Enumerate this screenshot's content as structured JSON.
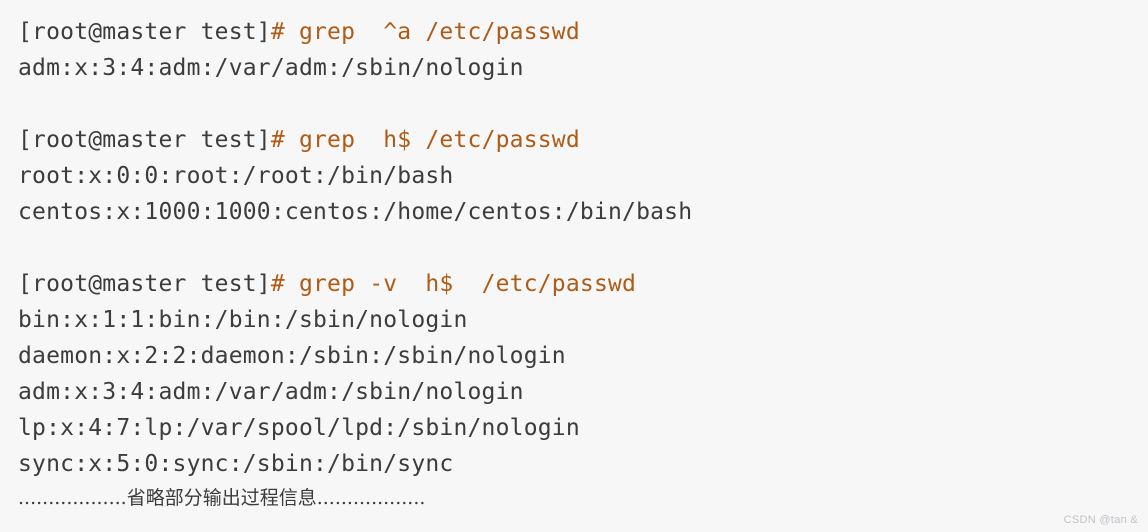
{
  "terminal": {
    "colors": {
      "background": "#f7f7f7",
      "output_text": "#3c3c3c",
      "command_text": "#af5b16",
      "watermark_text": "#bfc3c7"
    },
    "blocks": [
      {
        "prompt": "[root@master test]",
        "command": "# grep  ^a /etc/passwd",
        "output": [
          "adm:x:3:4:adm:/var/adm:/sbin/nologin"
        ]
      },
      {
        "prompt": "[root@master test]",
        "command": "# grep  h$ /etc/passwd",
        "output": [
          "root:x:0:0:root:/root:/bin/bash",
          "centos:x:1000:1000:centos:/home/centos:/bin/bash"
        ]
      },
      {
        "prompt": "[root@master test]",
        "command": "# grep -v  h$  /etc/passwd",
        "output": [
          "bin:x:1:1:bin:/bin:/sbin/nologin",
          "daemon:x:2:2:daemon:/sbin:/sbin/nologin",
          "adm:x:3:4:adm:/var/adm:/sbin/nologin",
          "lp:x:4:7:lp:/var/spool/lpd:/sbin/nologin",
          "sync:x:5:0:sync:/sbin:/bin/sync"
        ]
      }
    ],
    "ellipsis_note": "..................省略部分输出过程信息..................",
    "watermark": "CSDN @tan &"
  }
}
